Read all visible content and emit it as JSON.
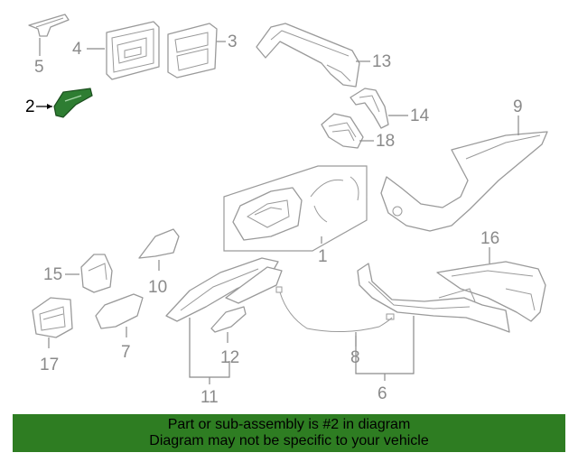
{
  "callouts": {
    "c1": "1",
    "c2": "2",
    "c3": "3",
    "c4": "4",
    "c5": "5",
    "c6": "6",
    "c7": "7",
    "c8": "8",
    "c9": "9",
    "c10": "10",
    "c11": "11",
    "c12": "12",
    "c13": "13",
    "c14": "14",
    "c15": "15",
    "c16": "16",
    "c17": "17",
    "c18": "18"
  },
  "highlighted_part": "2",
  "colors": {
    "highlight": "#2e7d32",
    "banner": "#2e7d22",
    "line": "#9a9a9a"
  },
  "banner": {
    "line1": "Part or sub-assembly is #2 in diagram",
    "line2": "Diagram may not be specific to your vehicle"
  }
}
